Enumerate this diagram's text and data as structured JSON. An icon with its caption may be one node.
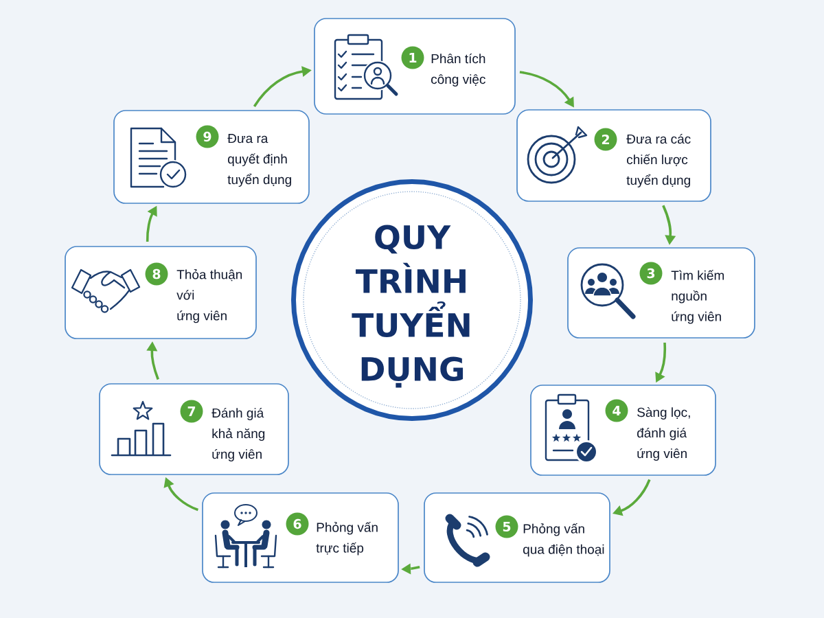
{
  "diagram": {
    "nodes": [
      {
        "text": [
          "QUY TRÌNH TUYỂN DỤNG"
        ]
      },
      {
        "text": [
          "Phân tích công việc"
        ]
      },
      {
        "text": [
          "1"
        ],
        "in": 1
      },
      {
        "text": [
          "Đưa ra các chiến lược tuyển dụng"
        ]
      },
      {
        "text": [
          "2"
        ],
        "in": 3
      },
      {
        "text": [
          "Tìm kiếm nguồn ứng viên"
        ]
      },
      {
        "text": [
          "3"
        ],
        "in": 5
      },
      {
        "text": [
          "Sàng lọc, đánh giá ứng viên"
        ]
      },
      {
        "text": [
          "4"
        ],
        "in": 7
      },
      {
        "text": [
          "Phỏng vấn qua điện thoại"
        ]
      },
      {
        "text": [
          "5"
        ],
        "in": 9
      },
      {
        "text": [
          "Phỏng vấn trực tiếp"
        ]
      },
      {
        "text": [
          "6"
        ],
        "in": 11
      },
      {
        "text": [
          "Đánh giá khả năng ứng viên"
        ]
      },
      {
        "text": [
          "7"
        ],
        "in": 13
      },
      {
        "text": [
          "Thỏa thuận với ứng viên"
        ]
      },
      {
        "text": [
          "8"
        ],
        "in": 15
      },
      {
        "text": [
          "Đưa ra quyết định tuyển dụng"
        ]
      },
      {
        "text": [
          "9"
        ],
        "in": 17
      }
    ],
    "edges": [
      {
        "from": 1,
        "to": 3,
        "arrow": "to"
      },
      {
        "from": 3,
        "to": 5,
        "arrow": "to"
      },
      {
        "from": 5,
        "to": 7,
        "arrow": "to"
      },
      {
        "from": 7,
        "to": 9,
        "arrow": "to"
      },
      {
        "from": 9,
        "to": 11,
        "arrow": "to"
      },
      {
        "from": 11,
        "to": 13,
        "arrow": "to"
      },
      {
        "from": 13,
        "to": 15,
        "arrow": "to"
      },
      {
        "from": 15,
        "to": 17,
        "arrow": "to"
      },
      {
        "from": 17,
        "to": 1,
        "arrow": "to"
      }
    ]
  }
}
